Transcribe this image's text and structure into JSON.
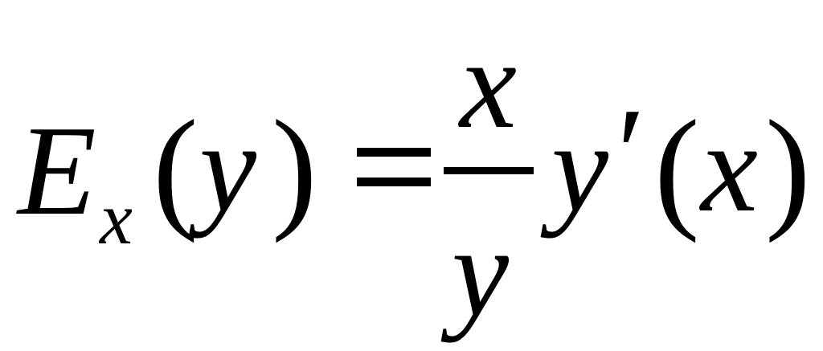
{
  "formula": {
    "lhs_main": "E",
    "lhs_subscript": "x",
    "lhs_open_paren": "(",
    "lhs_arg": "y",
    "lhs_close_paren": ")",
    "equals": "=",
    "frac_numerator": "x",
    "frac_denominator": "y",
    "rhs_func": "y",
    "rhs_prime": "′",
    "rhs_open_paren": "(",
    "rhs_arg": "x",
    "rhs_close_paren": ")"
  }
}
